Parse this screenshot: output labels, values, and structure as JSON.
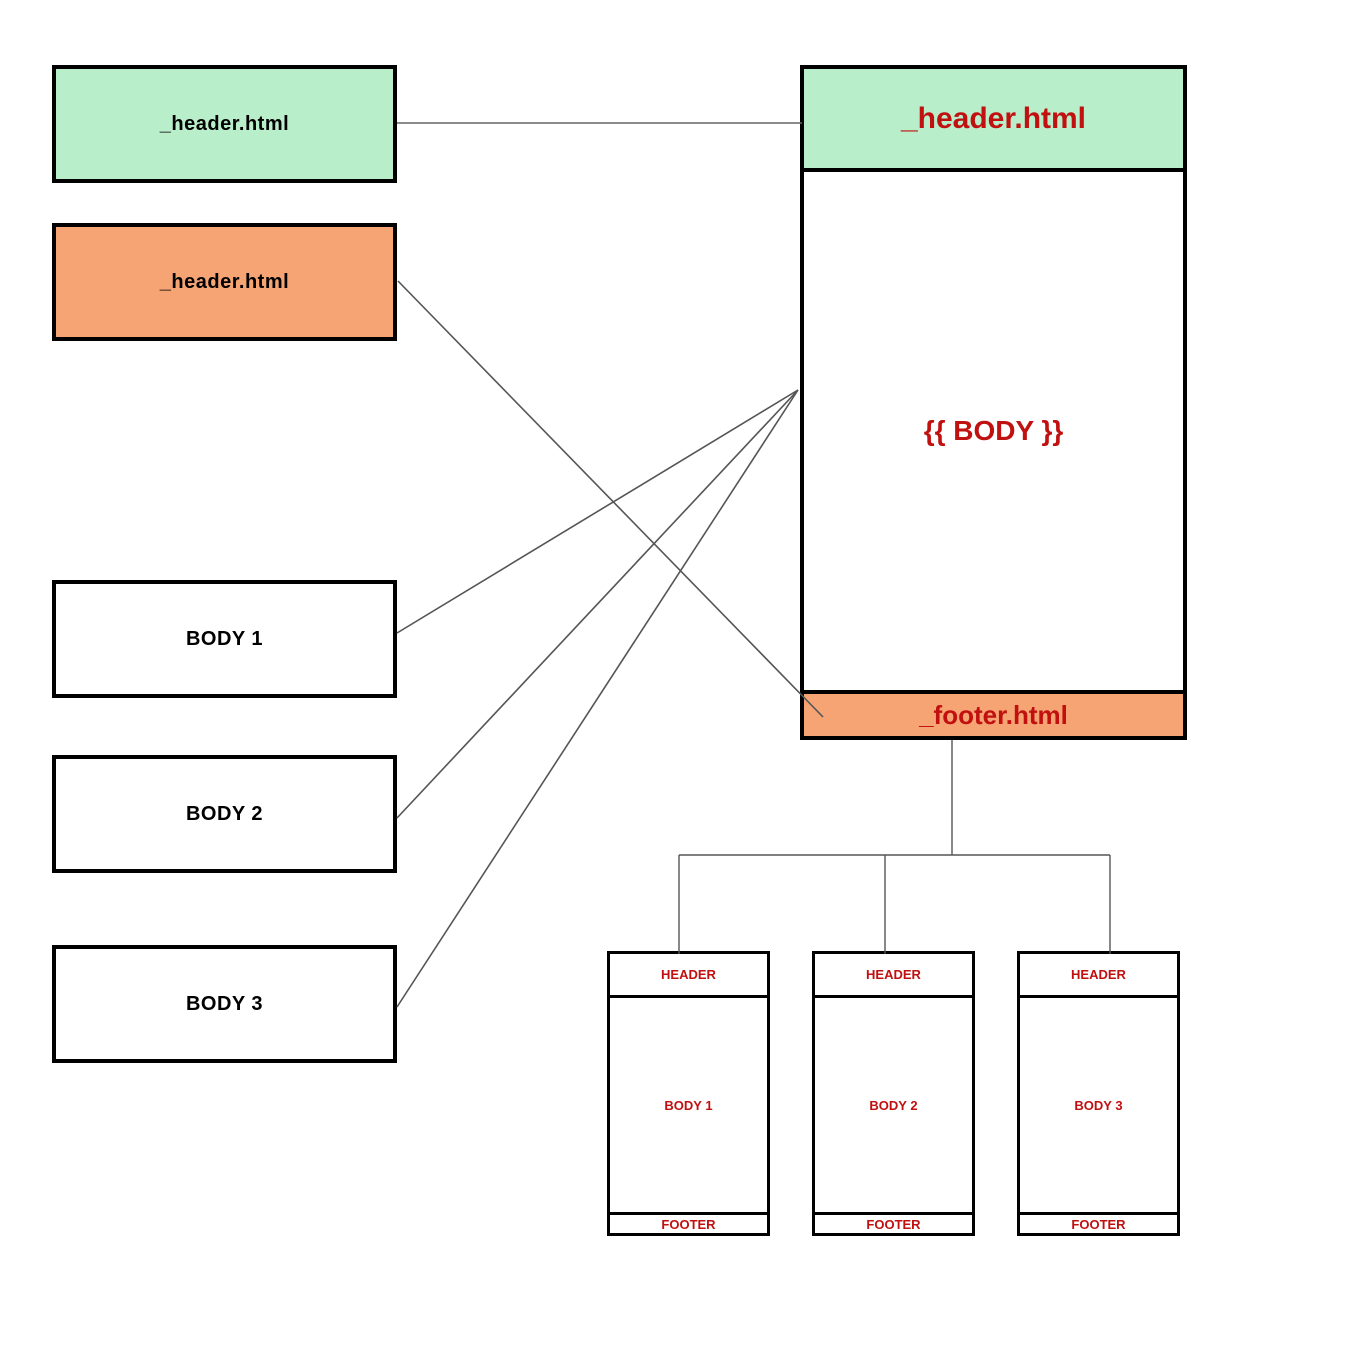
{
  "colors": {
    "green": "#B9EECB",
    "orange": "#F6A474",
    "red": "#C01010",
    "line": "#555555",
    "border": "#000000"
  },
  "left_column": {
    "header_partial": {
      "label": "_header.html"
    },
    "footer_partial": {
      "label": "_header.html"
    },
    "body_sources": [
      {
        "label": "BODY 1"
      },
      {
        "label": "BODY 2"
      },
      {
        "label": "BODY 3"
      }
    ]
  },
  "template": {
    "header": "_header.html",
    "body": "{{ BODY }}",
    "footer": "_footer.html"
  },
  "pages": [
    {
      "header": "HEADER",
      "body": "BODY 1",
      "footer": "FOOTER"
    },
    {
      "header": "HEADER",
      "body": "BODY 2",
      "footer": "FOOTER"
    },
    {
      "header": "HEADER",
      "body": "BODY 3",
      "footer": "FOOTER"
    }
  ]
}
